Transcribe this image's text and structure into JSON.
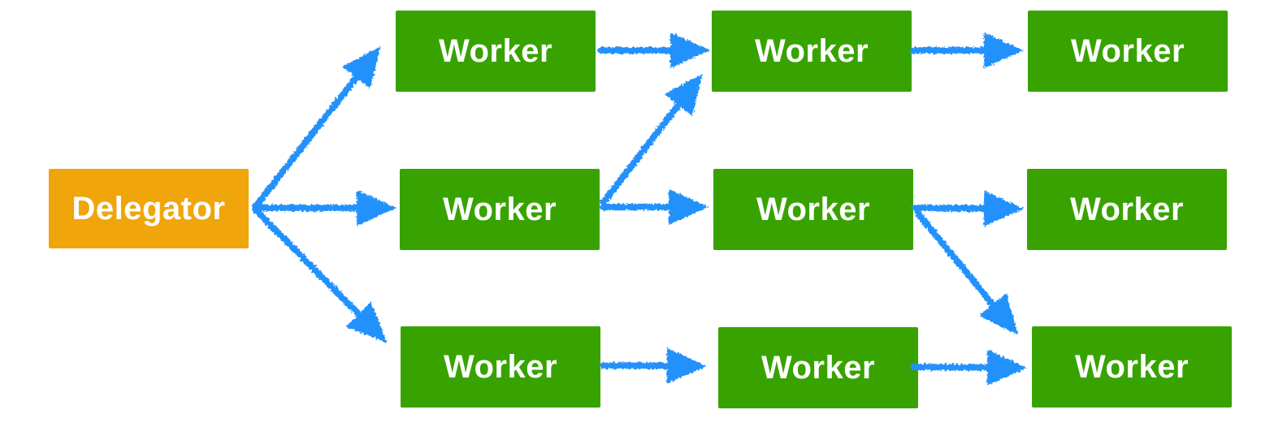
{
  "diagram": {
    "kind": "delegator-worker-flow",
    "colors": {
      "delegator_fill": "#f0a50a",
      "worker_fill": "#38a300",
      "arrow": "#2191fb",
      "label_text": "#ffffff",
      "background": "#ffffff"
    },
    "nodes": [
      {
        "id": "delegator",
        "label": "Delegator",
        "type": "delegator"
      },
      {
        "id": "worker-top-1",
        "label": "Worker",
        "type": "worker"
      },
      {
        "id": "worker-top-2",
        "label": "Worker",
        "type": "worker"
      },
      {
        "id": "worker-top-3",
        "label": "Worker",
        "type": "worker"
      },
      {
        "id": "worker-mid-1",
        "label": "Worker",
        "type": "worker"
      },
      {
        "id": "worker-mid-2",
        "label": "Worker",
        "type": "worker"
      },
      {
        "id": "worker-mid-3",
        "label": "Worker",
        "type": "worker"
      },
      {
        "id": "worker-bottom-1",
        "label": "Worker",
        "type": "worker"
      },
      {
        "id": "worker-bottom-2",
        "label": "Worker",
        "type": "worker"
      },
      {
        "id": "worker-bottom-3",
        "label": "Worker",
        "type": "worker"
      }
    ],
    "edges": [
      {
        "from": "delegator",
        "to": "worker-top-1"
      },
      {
        "from": "delegator",
        "to": "worker-mid-1"
      },
      {
        "from": "delegator",
        "to": "worker-bottom-1"
      },
      {
        "from": "worker-top-1",
        "to": "worker-top-2"
      },
      {
        "from": "worker-mid-1",
        "to": "worker-top-2"
      },
      {
        "from": "worker-mid-1",
        "to": "worker-mid-2"
      },
      {
        "from": "worker-top-2",
        "to": "worker-top-3"
      },
      {
        "from": "worker-mid-2",
        "to": "worker-mid-3"
      },
      {
        "from": "worker-mid-2",
        "to": "worker-bottom-3"
      },
      {
        "from": "worker-bottom-1",
        "to": "worker-bottom-2"
      },
      {
        "from": "worker-bottom-2",
        "to": "worker-bottom-3"
      }
    ]
  }
}
